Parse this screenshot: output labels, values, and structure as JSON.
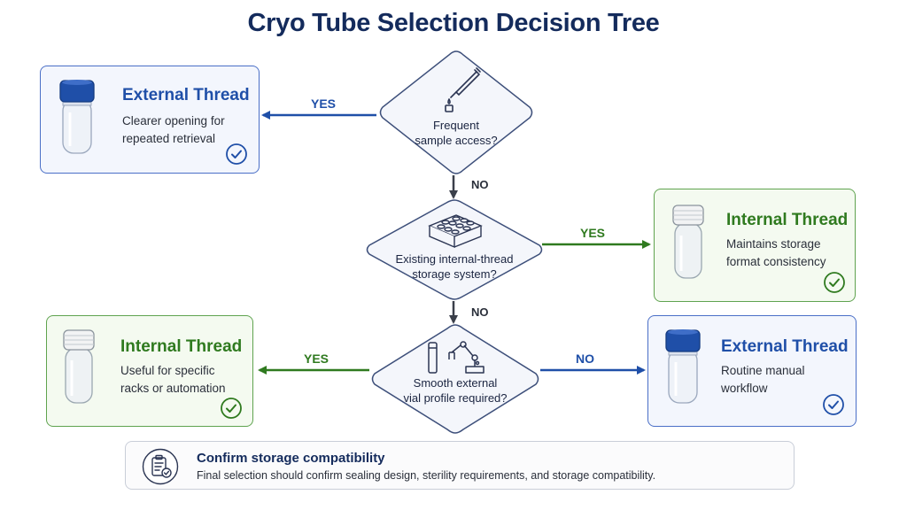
{
  "title": "Cryo Tube Selection Decision Tree",
  "colors": {
    "blue": "#1f4fa8",
    "green": "#2f7a1f",
    "navy": "#142b5c"
  },
  "decisions": [
    {
      "lines": [
        "Frequent",
        "sample access?"
      ],
      "icon": "pipette-icon"
    },
    {
      "lines": [
        "Existing internal-thread",
        "storage system?"
      ],
      "icon": "storage-rack-icon"
    },
    {
      "lines": [
        "Smooth external",
        "vial profile required?"
      ],
      "icon": "robot-arm-icon"
    }
  ],
  "edges": {
    "yes": "YES",
    "no": "NO"
  },
  "outcomes": [
    {
      "title": "External Thread",
      "desc": [
        "Clearer opening for",
        "repeated retrieval"
      ],
      "type": "external"
    },
    {
      "title": "Internal Thread",
      "desc": [
        "Maintains storage",
        "format consistency"
      ],
      "type": "internal"
    },
    {
      "title": "Internal Thread",
      "desc": [
        "Useful for specific",
        "racks or automation"
      ],
      "type": "internal"
    },
    {
      "title": "External Thread",
      "desc": [
        "Routine manual",
        "workflow"
      ],
      "type": "external"
    }
  ],
  "footer": {
    "title": "Confirm storage compatibility",
    "text": "Final selection should confirm sealing design, sterility requirements, and storage compatibility.",
    "icon": "clipboard-check-icon"
  }
}
